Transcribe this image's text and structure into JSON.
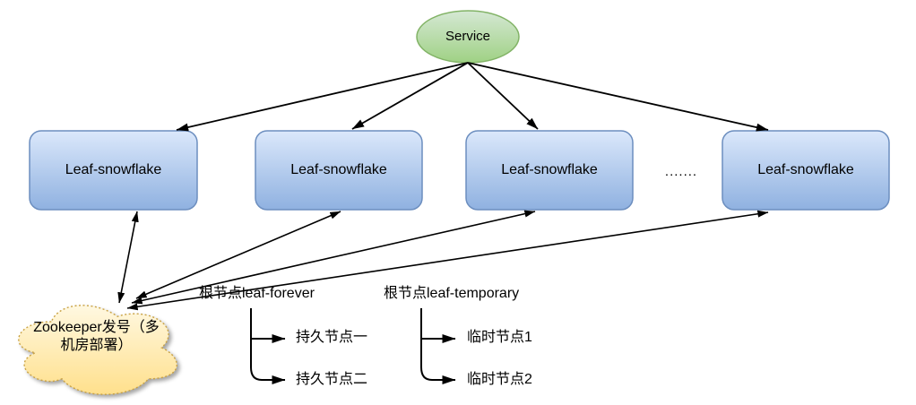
{
  "service": {
    "label": "Service"
  },
  "leaf_nodes": [
    {
      "label": "Leaf-snowflake"
    },
    {
      "label": "Leaf-snowflake"
    },
    {
      "label": "Leaf-snowflake"
    },
    {
      "label": "Leaf-snowflake"
    }
  ],
  "ellipsis": ".......",
  "zookeeper_cloud": {
    "line1": "Zookeeper发号（多",
    "line2": "机房部署）"
  },
  "forever_tree": {
    "root_label": "根节点leaf-forever",
    "children": [
      {
        "label": "持久节点一"
      },
      {
        "label": "持久节点二"
      }
    ]
  },
  "temporary_tree": {
    "root_label": "根节点leaf-temporary",
    "children": [
      {
        "label": "临时节点1"
      },
      {
        "label": "临时节点2"
      }
    ]
  },
  "colors": {
    "leaf_fill_top": "#dbe8fb",
    "leaf_fill_bottom": "#8fb1e0",
    "leaf_stroke": "#6c8ebf",
    "service_fill_top": "#d5e8d4",
    "service_fill_bottom": "#9fd184",
    "service_stroke": "#82b366",
    "cloud_fill_top": "#fff8e1",
    "cloud_fill_bottom": "#ffe08c",
    "cloud_stroke": "#c9a244",
    "connector": "#000000",
    "text": "#000000"
  }
}
